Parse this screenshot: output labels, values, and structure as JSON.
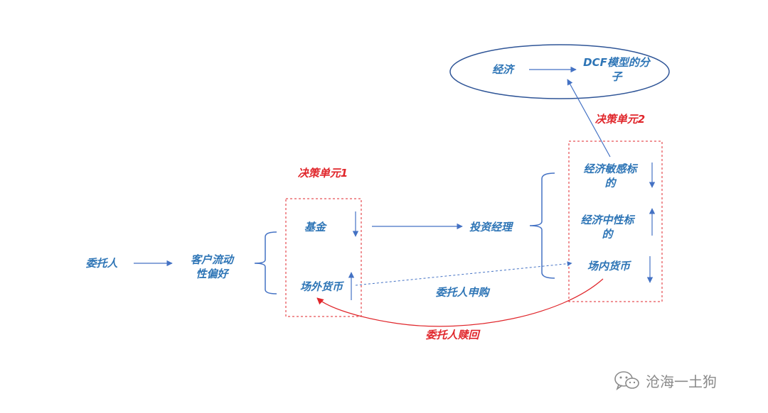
{
  "diagram": {
    "nodes": {
      "weituoren": "委托人",
      "kehu_line1": "客户流动",
      "kehu_line2": "性偏好",
      "jijin": "基金",
      "changwai": "场外货币",
      "touzi": "投资经理",
      "jingji_min_line1": "经济敏感标",
      "jingji_min_line2": "的",
      "jingji_zhong_line1": "经济中性标",
      "jingji_zhong_line2": "的",
      "changnei": "场内货币",
      "jingji": "经济",
      "dcf_line1": "DCF模型的分",
      "dcf_line2": "子"
    },
    "edge_labels": {
      "shengou": "委托人申购",
      "shuhui": "委托人赎回"
    },
    "unit_labels": {
      "unit1": "决策单元1",
      "unit2": "决策单元2"
    },
    "watermark": "沧海一土狗",
    "colors": {
      "text_blue": "#2e75b6",
      "line_blue": "#4472c4",
      "ellipse_blue": "#2f5597",
      "red": "#e0262b",
      "watermark_gray": "#8a8a8a"
    }
  }
}
